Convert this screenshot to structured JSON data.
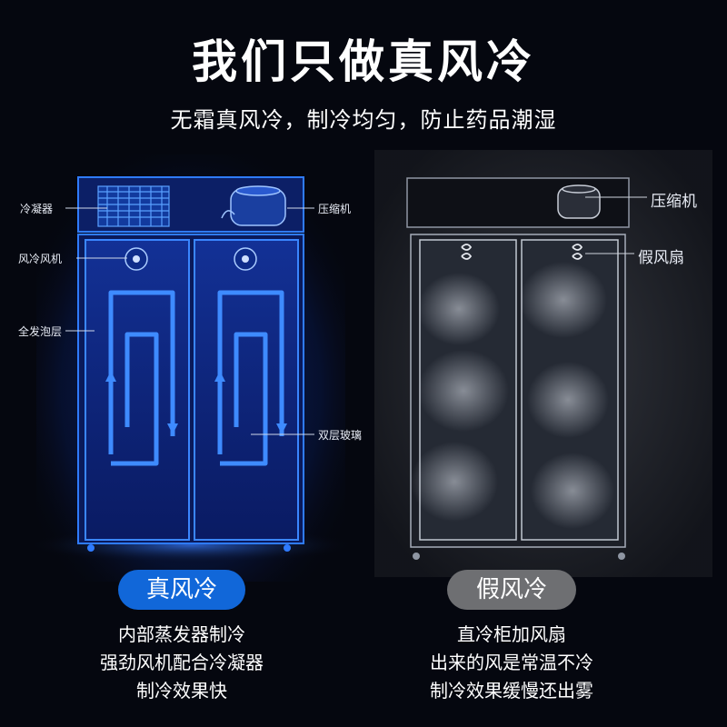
{
  "header": {
    "title": "我们只做真风冷",
    "subtitle": "无霜真风冷，制冷均匀，防止药品潮湿"
  },
  "left_panel": {
    "labels": {
      "condenser": "冷凝器",
      "compressor": "压缩机",
      "fan": "风冷风机",
      "foam": "全发泡层",
      "glass": "双层玻璃"
    },
    "badge": "真风冷",
    "desc": [
      "内部蒸发器制冷",
      "强劲风机配合冷凝器",
      "制冷效果快"
    ]
  },
  "right_panel": {
    "labels": {
      "compressor": "压缩机",
      "fake_fan": "假风扇"
    },
    "badge": "假风冷",
    "desc": [
      "直冷柜加风扇",
      "出来的风是常温不冷",
      "制冷效果缓慢还出雾"
    ]
  },
  "colors": {
    "true_blue": "#1167d9",
    "glow_blue": "#2f7bff",
    "fake_gray": "#6e6f72"
  }
}
